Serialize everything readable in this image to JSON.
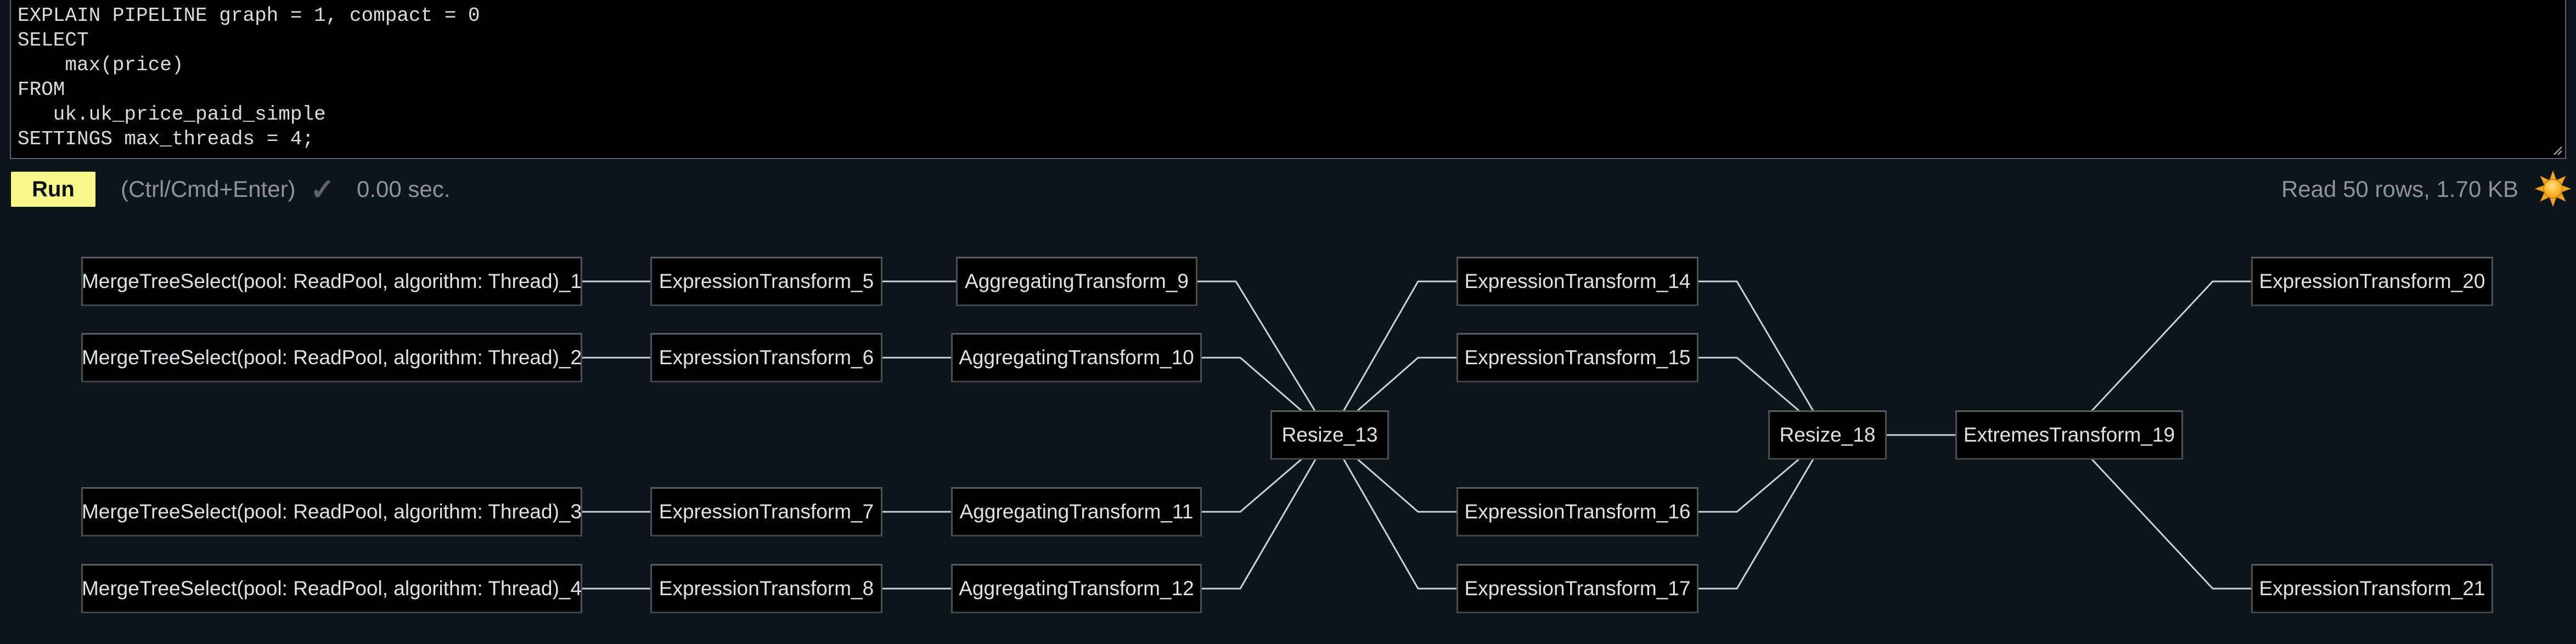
{
  "editor": {
    "query": "EXPLAIN PIPELINE graph = 1, compact = 0\nSELECT\n    max(price)\nFROM\n   uk.uk_price_paid_simple\nSETTINGS max_threads = 4;"
  },
  "toolbar": {
    "run_label": "Run",
    "shortcut_hint": "(Ctrl/Cmd+Enter)",
    "elapsed": "0.00 sec.",
    "read_stats": "Read 50 rows, 1.70 KB"
  },
  "icons": {
    "status_check": "✓",
    "theme_toggle": "sun-icon",
    "editor_corner": "resize-grip-icon"
  },
  "colors": {
    "accent_yellow": "#f8f88a",
    "background": "#0c1517",
    "node_fill": "#000000",
    "node_border": "#545b5f",
    "edge_line": "#c9d2d5",
    "text_muted": "#8d9396",
    "editor_text": "#d9dcdc",
    "node_text": "#dfe2e3"
  },
  "graph": {
    "nodes": [
      {
        "id": "n1",
        "label": "MergeTreeSelect(pool: ReadPool, algorithm: Thread)_1"
      },
      {
        "id": "n2",
        "label": "MergeTreeSelect(pool: ReadPool, algorithm: Thread)_2"
      },
      {
        "id": "n3",
        "label": "MergeTreeSelect(pool: ReadPool, algorithm: Thread)_3"
      },
      {
        "id": "n4",
        "label": "MergeTreeSelect(pool: ReadPool, algorithm: Thread)_4"
      },
      {
        "id": "e5",
        "label": "ExpressionTransform_5"
      },
      {
        "id": "e6",
        "label": "ExpressionTransform_6"
      },
      {
        "id": "e7",
        "label": "ExpressionTransform_7"
      },
      {
        "id": "e8",
        "label": "ExpressionTransform_8"
      },
      {
        "id": "a9",
        "label": "AggregatingTransform_9"
      },
      {
        "id": "a10",
        "label": "AggregatingTransform_10"
      },
      {
        "id": "a11",
        "label": "AggregatingTransform_11"
      },
      {
        "id": "a12",
        "label": "AggregatingTransform_12"
      },
      {
        "id": "r13",
        "label": "Resize_13"
      },
      {
        "id": "e14",
        "label": "ExpressionTransform_14"
      },
      {
        "id": "e15",
        "label": "ExpressionTransform_15"
      },
      {
        "id": "e16",
        "label": "ExpressionTransform_16"
      },
      {
        "id": "e17",
        "label": "ExpressionTransform_17"
      },
      {
        "id": "r18",
        "label": "Resize_18"
      },
      {
        "id": "x19",
        "label": "ExtremesTransform_19"
      },
      {
        "id": "e20",
        "label": "ExpressionTransform_20"
      },
      {
        "id": "e21",
        "label": "ExpressionTransform_21"
      }
    ],
    "edges": [
      [
        "n1",
        "e5"
      ],
      [
        "n2",
        "e6"
      ],
      [
        "n3",
        "e7"
      ],
      [
        "n4",
        "e8"
      ],
      [
        "e5",
        "a9"
      ],
      [
        "e6",
        "a10"
      ],
      [
        "e7",
        "a11"
      ],
      [
        "e8",
        "a12"
      ],
      [
        "a9",
        "r13"
      ],
      [
        "a10",
        "r13"
      ],
      [
        "a11",
        "r13"
      ],
      [
        "a12",
        "r13"
      ],
      [
        "r13",
        "e14"
      ],
      [
        "r13",
        "e15"
      ],
      [
        "r13",
        "e16"
      ],
      [
        "r13",
        "e17"
      ],
      [
        "e14",
        "r18"
      ],
      [
        "e15",
        "r18"
      ],
      [
        "e16",
        "r18"
      ],
      [
        "e17",
        "r18"
      ],
      [
        "r18",
        "x19"
      ],
      [
        "x19",
        "e20"
      ],
      [
        "x19",
        "e21"
      ]
    ]
  }
}
